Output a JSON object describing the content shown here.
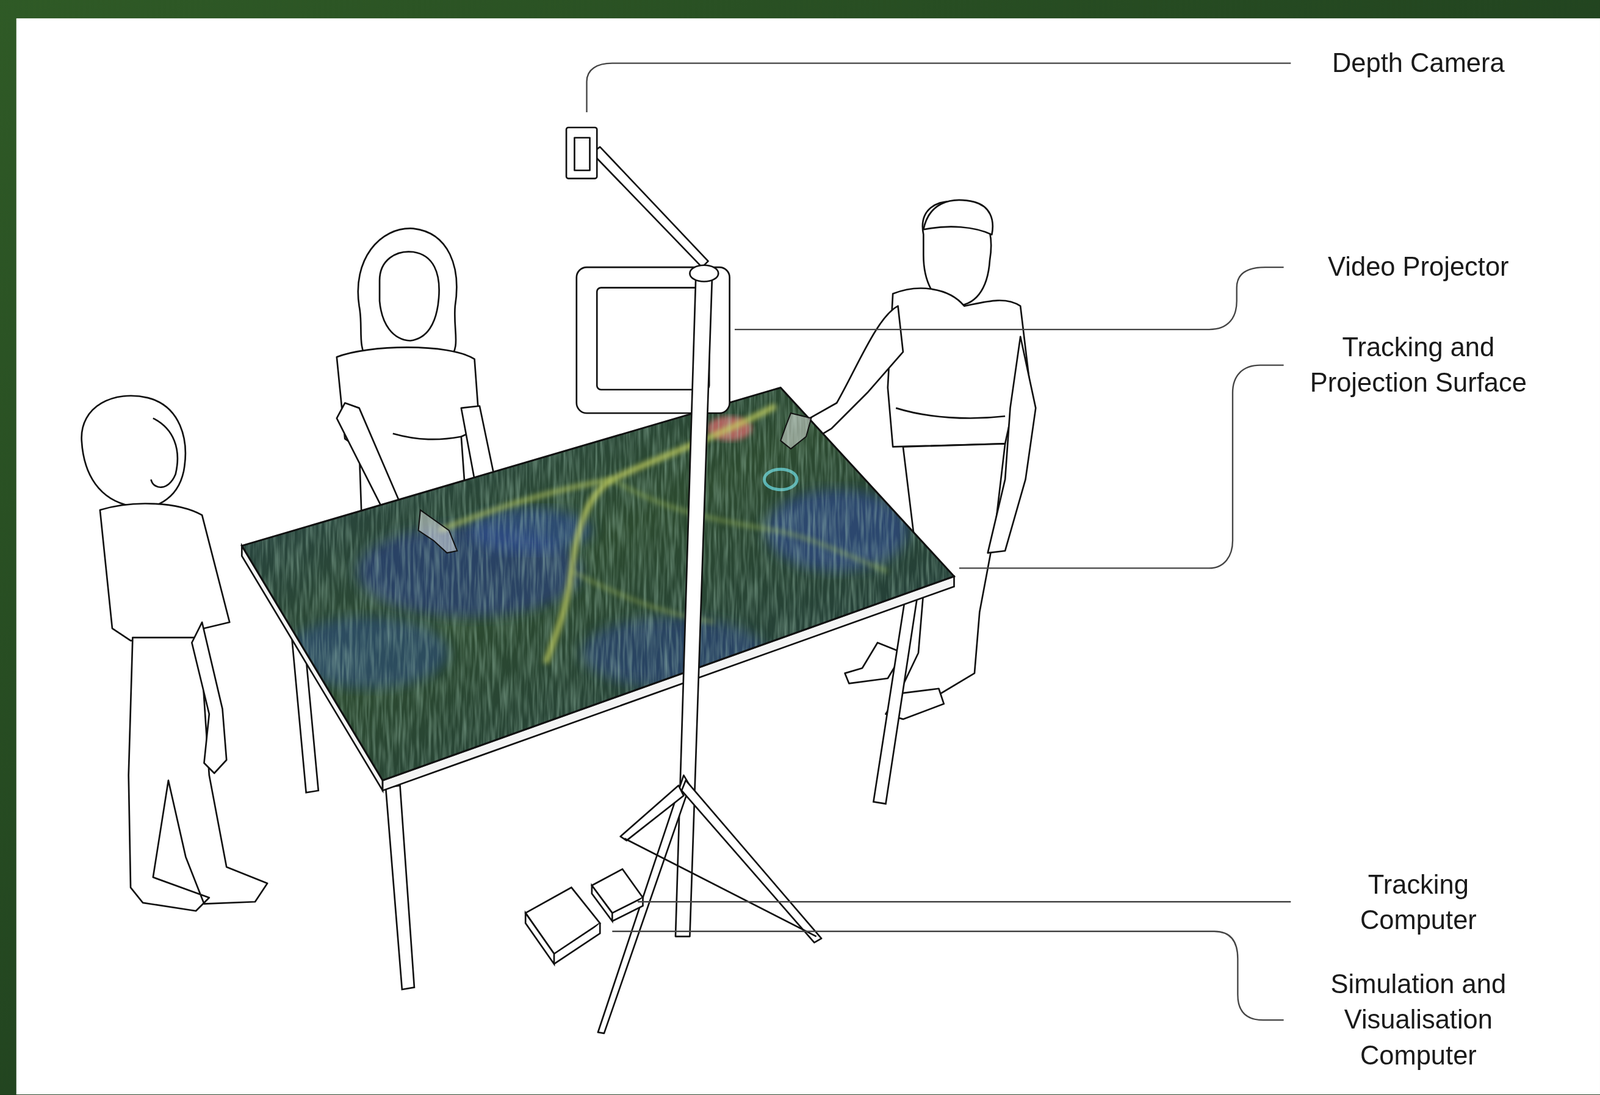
{
  "diagram": {
    "labels": [
      "Depth Camera",
      "Video Projector",
      "Tracking and Projection Surface",
      "Tracking Computer",
      "Simulation and Visualisation Computer"
    ]
  }
}
